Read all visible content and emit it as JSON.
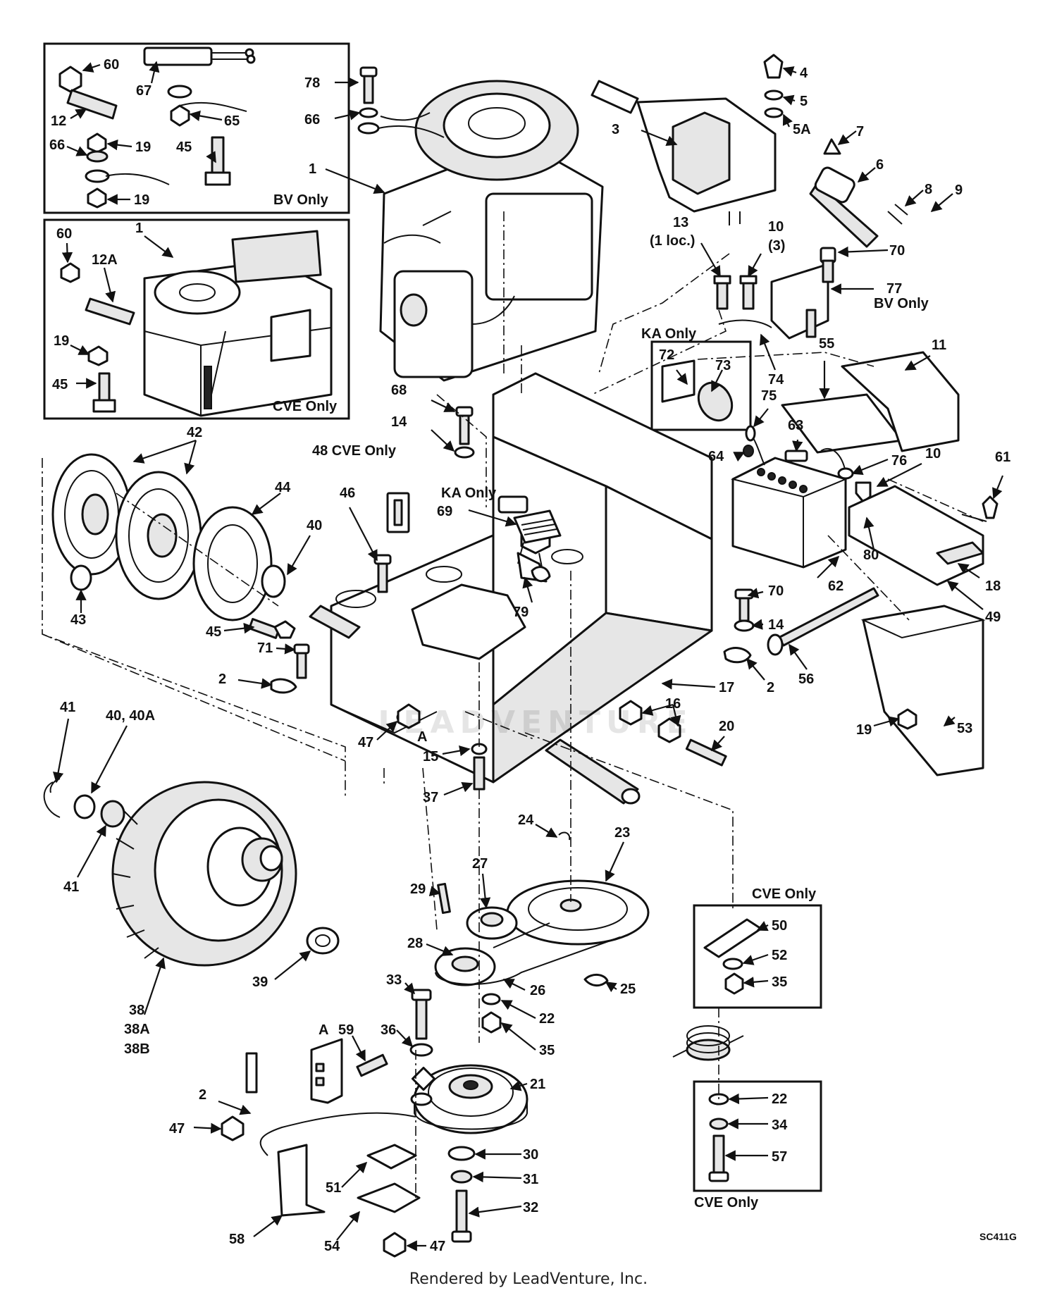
{
  "diagram": {
    "drawing_code": "SC411G",
    "footer": "Rendered by LeadVenture, Inc.",
    "watermark": "LEADVENTURE",
    "notes": {
      "bv_only_inset": "BV Only",
      "cve_only_inset": "CVE Only",
      "bv_only_77": "BV Only",
      "ka_only_box": "KA Only",
      "ka_only_69": "KA Only",
      "cve_only_48": "48 CVE Only",
      "cve_only_box_top": "CVE Only",
      "cve_only_box_bottom": "CVE Only",
      "loc_13": "(1 loc.)",
      "qty_10": "(3)",
      "ref_a_frame": "A",
      "ref_a_bracket": "A"
    },
    "labels": {
      "p60a": "60",
      "p67": "67",
      "p12": "12",
      "p65": "65",
      "p66a": "66",
      "p19a": "19",
      "p45a": "45",
      "p19b": "19",
      "p60b": "60",
      "p1a": "1",
      "p12A": "12A",
      "p19c": "19",
      "p45b": "45",
      "p78": "78",
      "p66b": "66",
      "p1b": "1",
      "p4": "4",
      "p5": "5",
      "p5A": "5A",
      "p3": "3",
      "p7": "7",
      "p6": "6",
      "p8": "8",
      "p9": "9",
      "p13": "13",
      "p10a": "10",
      "p70a": "70",
      "p77": "77",
      "p72": "72",
      "p73": "73",
      "p74": "74",
      "p55": "55",
      "p11": "11",
      "p68": "68",
      "p14a": "14",
      "p75": "75",
      "p63": "63",
      "p64": "64",
      "p76": "76",
      "p10b": "10",
      "p61": "61",
      "p42": "42",
      "p44": "44",
      "p46": "46",
      "p69": "69",
      "p40a": "40",
      "p43": "43",
      "p45c": "45",
      "p79": "79",
      "p62": "62",
      "p80": "80",
      "p18": "18",
      "p49": "49",
      "p70b": "70",
      "p14b": "14",
      "p71": "71",
      "p2a": "2",
      "p2b": "2",
      "p17": "17",
      "p56": "56",
      "p41a": "41",
      "p40b": "40, 40A",
      "p41b": "41",
      "p47a": "47",
      "p15": "15",
      "p16": "16",
      "p20": "20",
      "p19d": "19",
      "p53": "53",
      "p37": "37",
      "p24": "24",
      "p23": "23",
      "p29": "29",
      "p27": "27",
      "p28": "28",
      "p26": "26",
      "p25": "25",
      "p22a": "22",
      "p35a": "35",
      "p38": "38",
      "p38A": "38A",
      "p38B": "38B",
      "p39": "39",
      "p33": "33",
      "p36": "36",
      "p59": "59",
      "p21": "21",
      "p50": "50",
      "p52": "52",
      "p35b": "35",
      "p2c": "2",
      "p47b": "47",
      "p30": "30",
      "p51": "51",
      "p31": "31",
      "p32": "32",
      "p58": "58",
      "p54": "54",
      "p47c": "47",
      "p22b": "22",
      "p34": "34",
      "p57": "57"
    }
  }
}
